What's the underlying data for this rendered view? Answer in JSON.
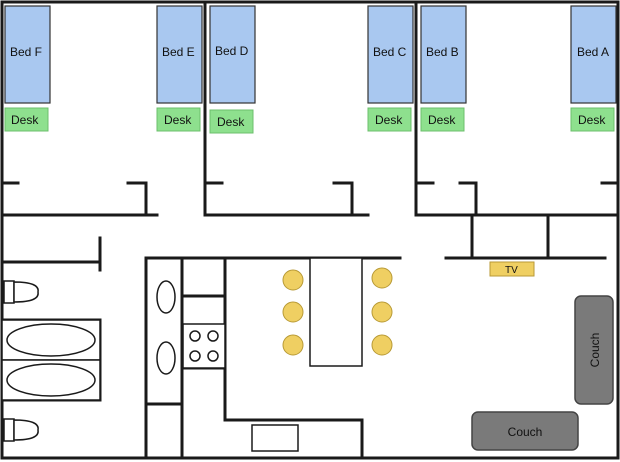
{
  "rooms": {
    "beds": [
      "Bed F",
      "Bed E",
      "Bed D",
      "Bed C",
      "Bed B",
      "Bed A"
    ],
    "desk_label": "Desk"
  },
  "living": {
    "tv_label": "TV",
    "couch_vertical_label": "Couch",
    "couch_horizontal_label": "Couch"
  },
  "colors": {
    "bed": "#a9c8f0",
    "desk": "#8ee08e",
    "stool": "#efcf62",
    "couch": "#7a7a7a"
  }
}
